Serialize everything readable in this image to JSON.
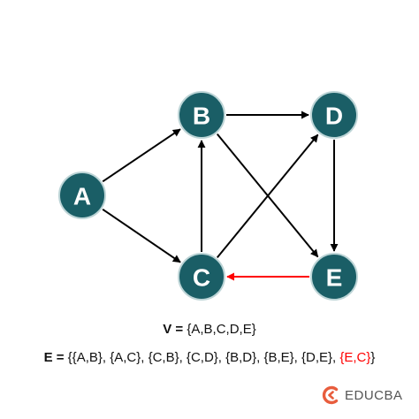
{
  "colors": {
    "node_fill": "#1a5e66",
    "node_stroke": "#bcd4d6",
    "node_text": "#ffffff",
    "edge": "#000000",
    "highlight_edge": "#ff0000",
    "text": "#111111",
    "highlight_text": "#ff0000",
    "brand_accent": "#e85d3d",
    "brand_text": "#555555"
  },
  "graph": {
    "nodes": [
      {
        "id": "A",
        "label": "A"
      },
      {
        "id": "B",
        "label": "B"
      },
      {
        "id": "C",
        "label": "C"
      },
      {
        "id": "D",
        "label": "D"
      },
      {
        "id": "E",
        "label": "E"
      }
    ],
    "edges": [
      {
        "from": "A",
        "to": "B",
        "highlight": false
      },
      {
        "from": "A",
        "to": "C",
        "highlight": false
      },
      {
        "from": "C",
        "to": "B",
        "highlight": false
      },
      {
        "from": "C",
        "to": "D",
        "highlight": false
      },
      {
        "from": "B",
        "to": "D",
        "highlight": false
      },
      {
        "from": "B",
        "to": "E",
        "highlight": false
      },
      {
        "from": "D",
        "to": "E",
        "highlight": false
      },
      {
        "from": "E",
        "to": "C",
        "highlight": true
      }
    ]
  },
  "caption": {
    "vertex_prefix": "V =",
    "vertex_set": "{A,B,C,D,E}",
    "edge_prefix": "E =",
    "edge_set_black": "{{A,B}, {A,C}, {C,B}, {C,D}, {B,D}, {B,E}, {D,E},",
    "edge_set_highlight": "{E,C}",
    "edge_set_close": "}"
  },
  "brand": {
    "name": "EDUCBA",
    "icon": "educba-logo-icon"
  }
}
